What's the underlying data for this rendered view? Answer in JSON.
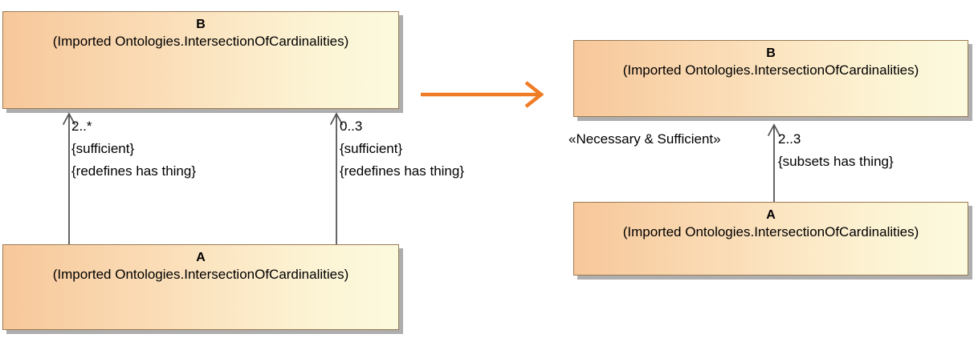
{
  "diagram": {
    "type": "uml-class-diagram",
    "title": "",
    "colors": {
      "box_fill_start": "#f7c79a",
      "box_fill_end": "#fcfade",
      "box_border": "#9a7a52",
      "box_shadow": "#a0a0a0",
      "connector": "#555555",
      "transform_arrow": "#f07d26",
      "text": "#000000"
    }
  },
  "left": {
    "classes": {
      "superclass": {
        "name": "B",
        "qualifier": "(Imported Ontologies.IntersectionOfCardinalities)"
      },
      "subclass": {
        "name": "A",
        "qualifier": "(Imported Ontologies.IntersectionOfCardinalities)"
      }
    },
    "edges": [
      {
        "multiplicity": "2..*",
        "constraint_1": "{sufficient}",
        "constraint_2": "{redefines has thing}"
      },
      {
        "multiplicity": "0..3",
        "constraint_1": "{sufficient}",
        "constraint_2": "{redefines has thing}"
      }
    ]
  },
  "transform": {
    "arrow_label": "",
    "icon": "right-arrow-icon"
  },
  "right": {
    "classes": {
      "superclass": {
        "name": "B",
        "qualifier": "(Imported Ontologies.IntersectionOfCardinalities)"
      },
      "subclass": {
        "name": "A",
        "qualifier": "(Imported Ontologies.IntersectionOfCardinalities)"
      }
    },
    "edge": {
      "stereotype": "«Necessary & Sufficient»",
      "multiplicity": "2..3",
      "constraint_1": "{subsets has thing}"
    }
  }
}
